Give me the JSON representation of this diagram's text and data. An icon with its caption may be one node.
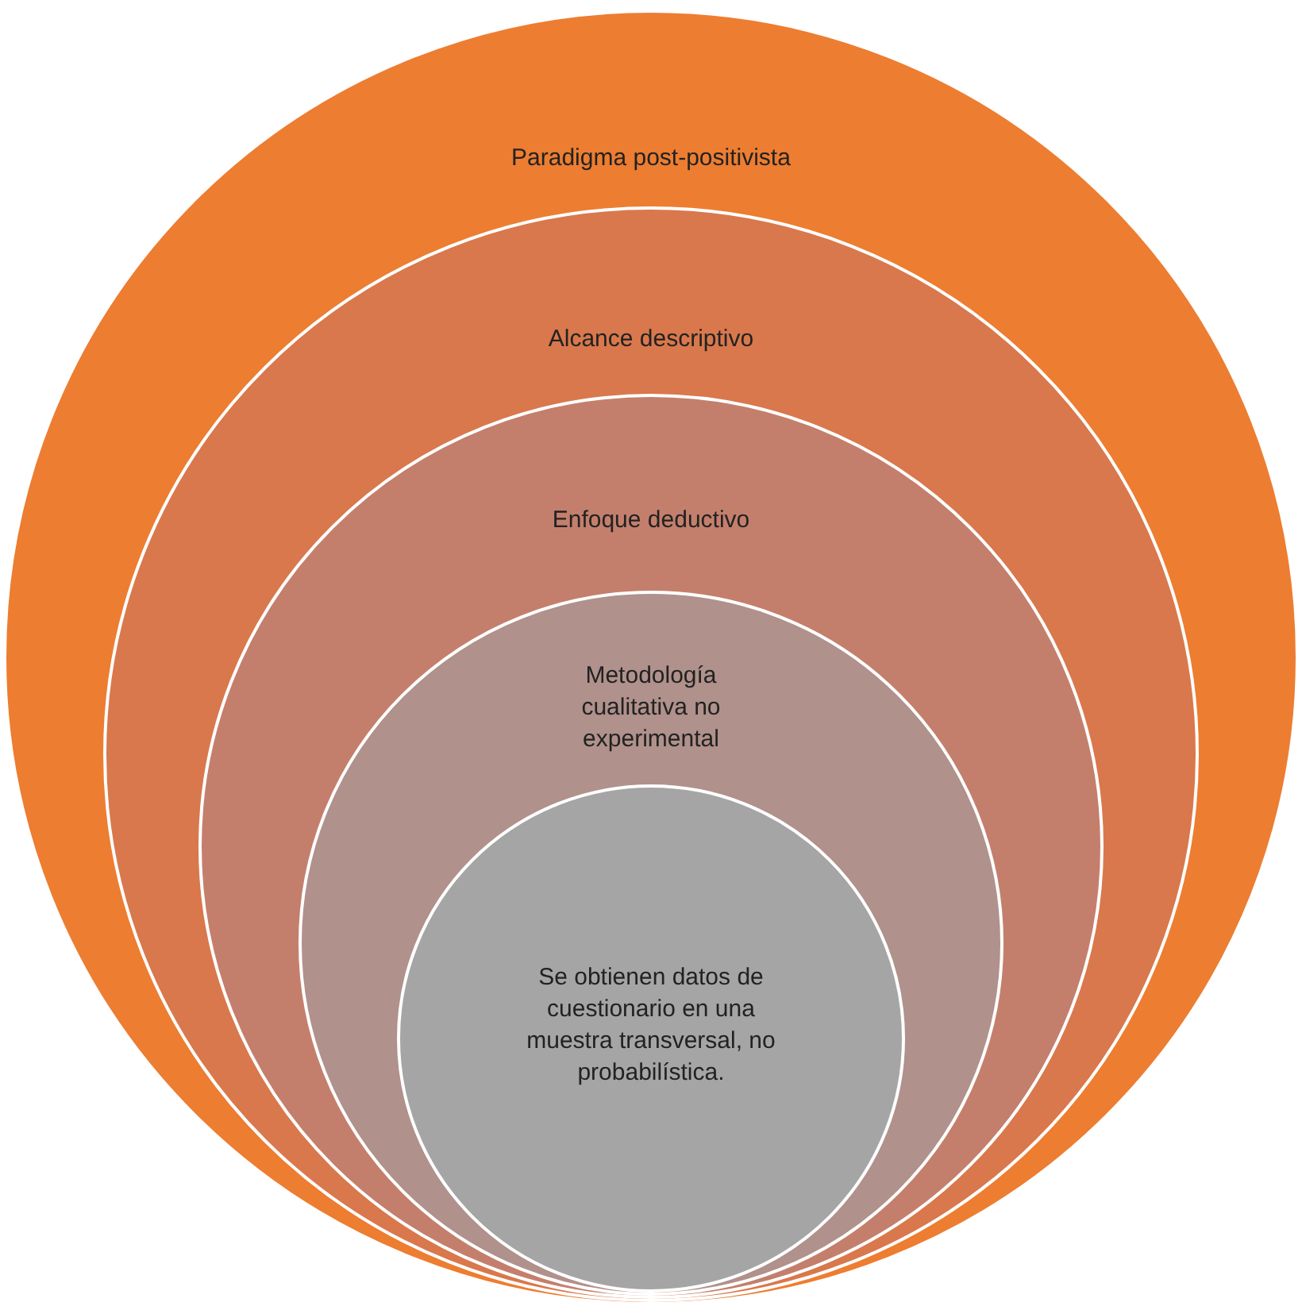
{
  "diagram": {
    "nodes": [
      {
        "text": [
          "Paradigma post-positivista"
        ]
      },
      {
        "text": [
          "Alcance descriptivo"
        ],
        "in": 0
      },
      {
        "text": [
          "Enfoque deductivo"
        ],
        "in": 1
      },
      {
        "text": [
          "Metodología cualitativa no experimental"
        ],
        "in": 2
      },
      {
        "text": [
          "Se obtienen datos de cuestionario en una muestra transversal, no probabilística."
        ],
        "in": 3
      }
    ]
  }
}
